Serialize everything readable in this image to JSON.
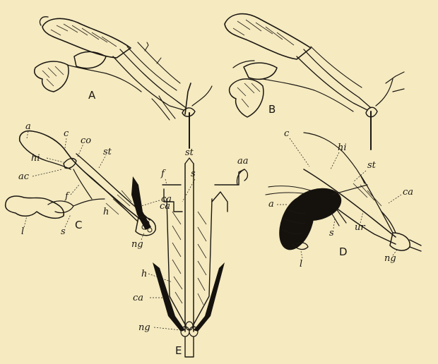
{
  "figures": [
    {
      "id": "A",
      "letter": "A"
    },
    {
      "id": "B",
      "letter": "B"
    },
    {
      "id": "C",
      "letter": "C",
      "labels": [
        "a",
        "c",
        "hi",
        "co",
        "st",
        "ac",
        "f",
        "h",
        "ca",
        "l",
        "s",
        "ng"
      ]
    },
    {
      "id": "D",
      "letter": "D",
      "labels": [
        "c",
        "hi",
        "st",
        "ca",
        "a",
        "s",
        "ur",
        "l",
        "ng"
      ]
    },
    {
      "id": "E",
      "letter": "E",
      "labels": [
        "st",
        "aa",
        "f",
        "s",
        "ca",
        "h",
        "ca",
        "ng"
      ]
    }
  ]
}
